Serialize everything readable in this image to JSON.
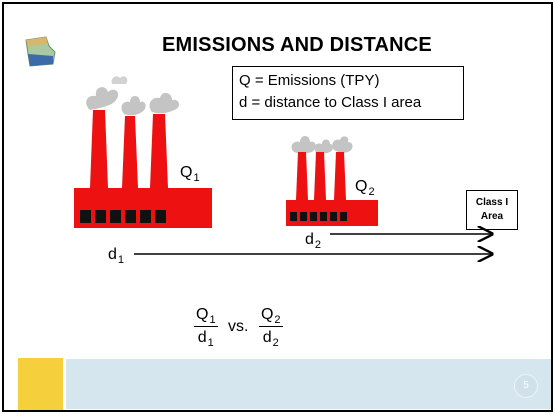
{
  "slide": {
    "title": "EMISSIONS AND DISTANCE",
    "legend": {
      "line1": "Q = Emissions (TPY)",
      "line2": "d = distance to Class I area"
    },
    "factory1_label": {
      "base": "Q",
      "sub": "1"
    },
    "factory2_label": {
      "base": "Q",
      "sub": "2"
    },
    "class_area": {
      "line1": "Class I",
      "line2": "Area"
    },
    "distance1_label": {
      "base": "d",
      "sub": "1"
    },
    "distance2_label": {
      "base": "d",
      "sub": "2"
    },
    "comparison": {
      "left_num": {
        "base": "Q",
        "sub": "1"
      },
      "left_den": {
        "base": "d",
        "sub": "1"
      },
      "vs": "vs.",
      "right_num": {
        "base": "Q",
        "sub": "2"
      },
      "right_den": {
        "base": "d",
        "sub": "2"
      }
    },
    "page_number": "5"
  },
  "colors": {
    "factory": "#ee1111",
    "smoke": "#bdbdbd",
    "footer_bar": "#d5e6ee",
    "footer_square": "#f5cf3c"
  },
  "icons": [
    "georgia-map-logo",
    "factory-large",
    "factory-small"
  ]
}
